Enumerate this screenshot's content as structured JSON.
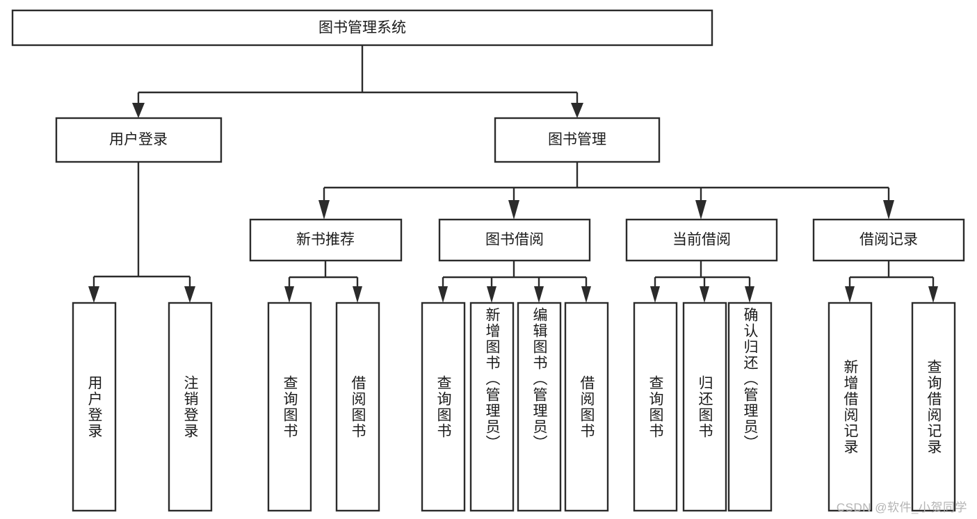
{
  "diagram": {
    "title_box": {
      "label": "图书管理系统"
    },
    "level2": [
      {
        "id": "user-login",
        "label": "用户登录"
      },
      {
        "id": "book-manage",
        "label": "图书管理"
      }
    ],
    "level3": [
      {
        "id": "new-book-recommend",
        "label": "新书推荐"
      },
      {
        "id": "book-borrow",
        "label": "图书借阅"
      },
      {
        "id": "current-borrow",
        "label": "当前借阅"
      },
      {
        "id": "borrow-record",
        "label": "借阅记录"
      }
    ],
    "leaves": {
      "user_login": [
        {
          "id": "leaf-user-login",
          "label": "用户登录"
        },
        {
          "id": "leaf-logout-login",
          "label": "注销登录"
        }
      ],
      "new_book_recommend": [
        {
          "id": "leaf-query-book-1",
          "label": "查询图书"
        },
        {
          "id": "leaf-borrow-book-1",
          "label": "借阅图书"
        }
      ],
      "book_borrow": [
        {
          "id": "leaf-query-book-2",
          "label": "查询图书"
        },
        {
          "id": "leaf-add-book",
          "label": "新增图书（管理员）"
        },
        {
          "id": "leaf-edit-book",
          "label": "编辑图书（管理员）"
        },
        {
          "id": "leaf-borrow-book-2",
          "label": "借阅图书"
        }
      ],
      "current_borrow": [
        {
          "id": "leaf-query-book-3",
          "label": "查询图书"
        },
        {
          "id": "leaf-return-book",
          "label": "归还图书"
        },
        {
          "id": "leaf-confirm-return",
          "label": "确认归还（管理员）"
        }
      ],
      "borrow_record": [
        {
          "id": "leaf-add-record",
          "label": "新增借阅记录"
        },
        {
          "id": "leaf-query-record",
          "label": "查询借阅记录"
        }
      ]
    },
    "watermark": "CSDN @软件_小贺同学",
    "colors": {
      "stroke": "#2b2b2b",
      "fill": "#ffffff",
      "text": "#1b1b1b",
      "watermark": "#b4b4b4"
    }
  }
}
